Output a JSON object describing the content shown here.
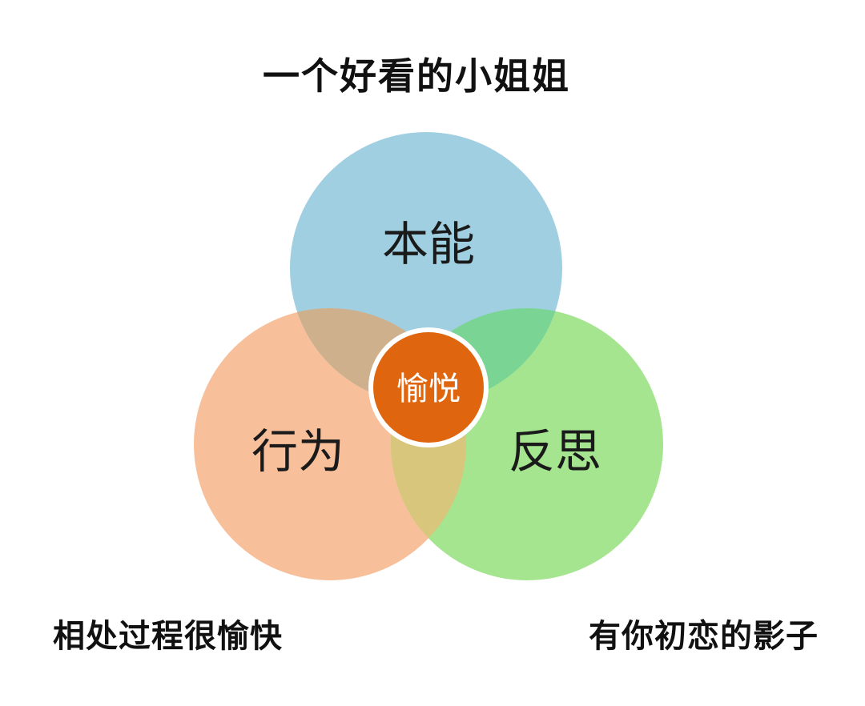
{
  "title": "一个好看的小姐姐",
  "diagram": {
    "circles": [
      {
        "id": "top",
        "label": "本能",
        "color": "#9fcfe1"
      },
      {
        "id": "left",
        "label": "行为",
        "color": "#f7c09a"
      },
      {
        "id": "right",
        "label": "反思",
        "color": "#a5e58f"
      }
    ],
    "center": {
      "label": "愉悦",
      "color": "#e0650f",
      "border": "#ffffff"
    }
  },
  "captions": {
    "left": "相处过程很愉快",
    "right": "有你初恋的影子"
  }
}
